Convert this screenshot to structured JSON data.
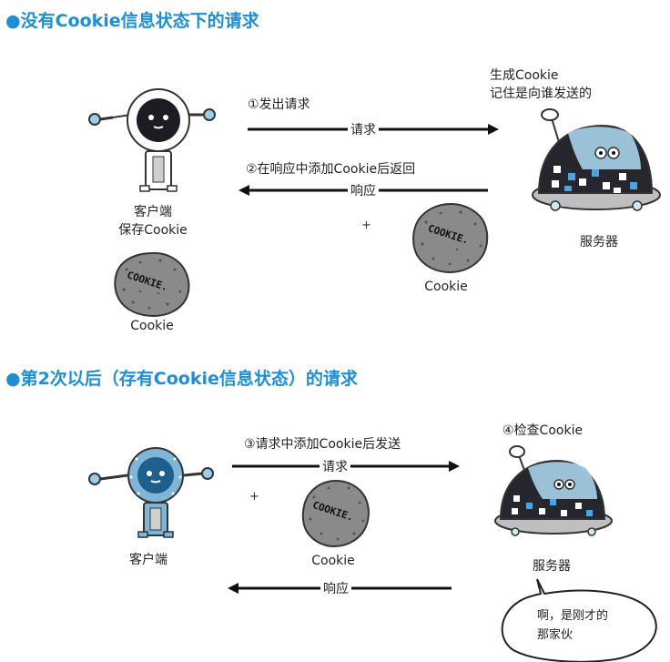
{
  "section1": {
    "title": "●没有Cookie信息状态下的请求",
    "step1": "①发出请求",
    "request_label": "请求",
    "step2": "②在响应中添加Cookie后返回",
    "response_label": "响应",
    "server_note_line1": "生成Cookie",
    "server_note_line2": "记住是向谁发送的",
    "server_label": "服务器",
    "client_label_line1": "客户端",
    "client_label_line2": "保存Cookie",
    "plus": "+",
    "cookie_label_server": "Cookie",
    "cookie_label_client": "Cookie"
  },
  "section2": {
    "title": "●第2次以后（存有Cookie信息状态）的请求",
    "step3": "③请求中添加Cookie后发送",
    "request_label": "请求",
    "step4": "④检查Cookie",
    "response_label": "响应",
    "client_label": "客户端",
    "server_label": "服务器",
    "plus": "+",
    "cookie_label": "Cookie",
    "speech_line1": "啊，是刚才的",
    "speech_line2": "那家伙"
  },
  "cookie_text": "COOKIE.",
  "colors": {
    "heading": "#1e8fd6",
    "robot_blue": "#7fb6d8",
    "server_body": "#26262e",
    "cookie_gray": "#8a8a8a"
  }
}
